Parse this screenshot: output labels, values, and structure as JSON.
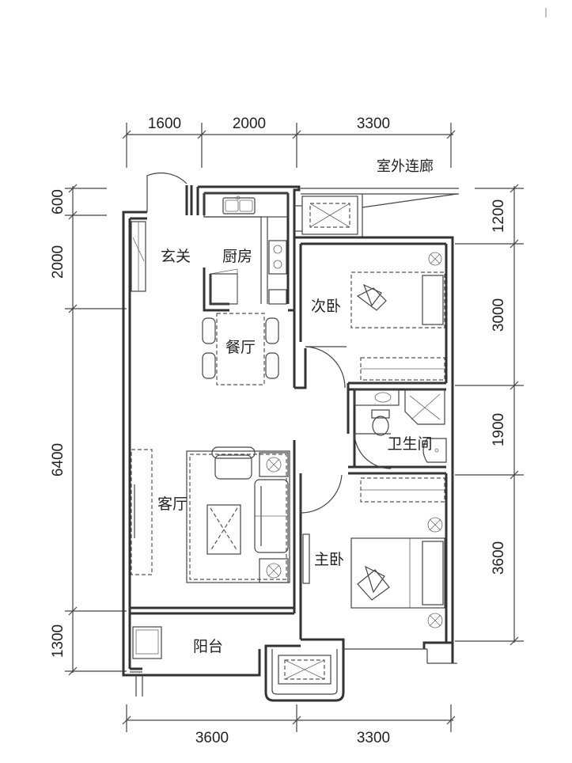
{
  "labels": {
    "corridor": "室外连廊",
    "foyer": "玄关",
    "kitchen": "厨房",
    "dining": "餐厅",
    "second_bedroom": "次卧",
    "bathroom": "卫生间",
    "living_room": "客厅",
    "master_bedroom": "主卧",
    "balcony": "阳台"
  },
  "dimensions": {
    "top": [
      "1600",
      "2000",
      "3300"
    ],
    "bottom": [
      "3600",
      "3300"
    ],
    "left": [
      "600",
      "2000",
      "6400",
      "1300"
    ],
    "right": [
      "1200",
      "3000",
      "1900",
      "3600"
    ]
  },
  "colors": {
    "wall": "#333333",
    "line": "#555555",
    "background": "#ffffff"
  }
}
